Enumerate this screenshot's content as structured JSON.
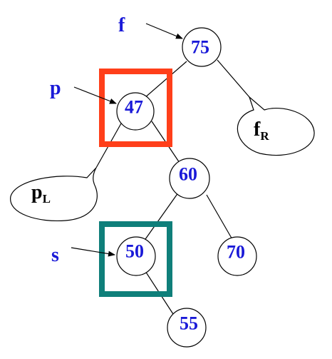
{
  "nodes": {
    "n75": "75",
    "n47": "47",
    "n60": "60",
    "n50": "50",
    "n70": "70",
    "n55": "55"
  },
  "pointers": {
    "f": "f",
    "p": "p",
    "s": "s"
  },
  "subtrees": {
    "fR": {
      "main": "f",
      "sub": "R"
    },
    "pL": {
      "main": "p",
      "sub": "L"
    }
  },
  "colors": {
    "node_text": "#1a1ad8",
    "highlight_p": "#ff3f1a",
    "highlight_s": "#0f7f7a"
  }
}
